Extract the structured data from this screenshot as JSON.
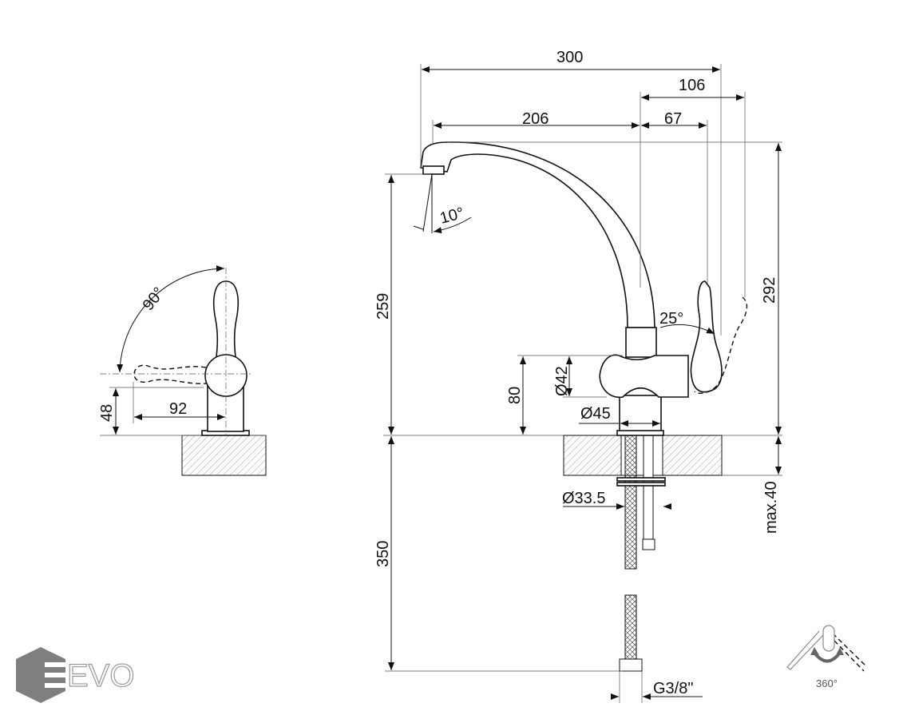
{
  "brand": {
    "logo_text": "EVO",
    "colors": {
      "logo": "#7f7f7f",
      "line": "#111111"
    }
  },
  "dimensions": {
    "total_reach": "300",
    "handle_reach": "106",
    "spout_reach": "206",
    "handle_offset": "67",
    "total_height": "292",
    "spout_height": "259",
    "below_counter": "350",
    "body_height": "80",
    "body_diameter": "Ø42",
    "base_diameter": "Ø45",
    "hole_diameter": "Ø33.5",
    "max_counter_thickness": "max.40",
    "connection": "G3/8\"",
    "spout_angle": "10°",
    "handle_angle": "25°",
    "side_rotation": "90°",
    "side_height": "48",
    "side_reach": "92"
  },
  "rotation_icon": {
    "label": "360°"
  }
}
